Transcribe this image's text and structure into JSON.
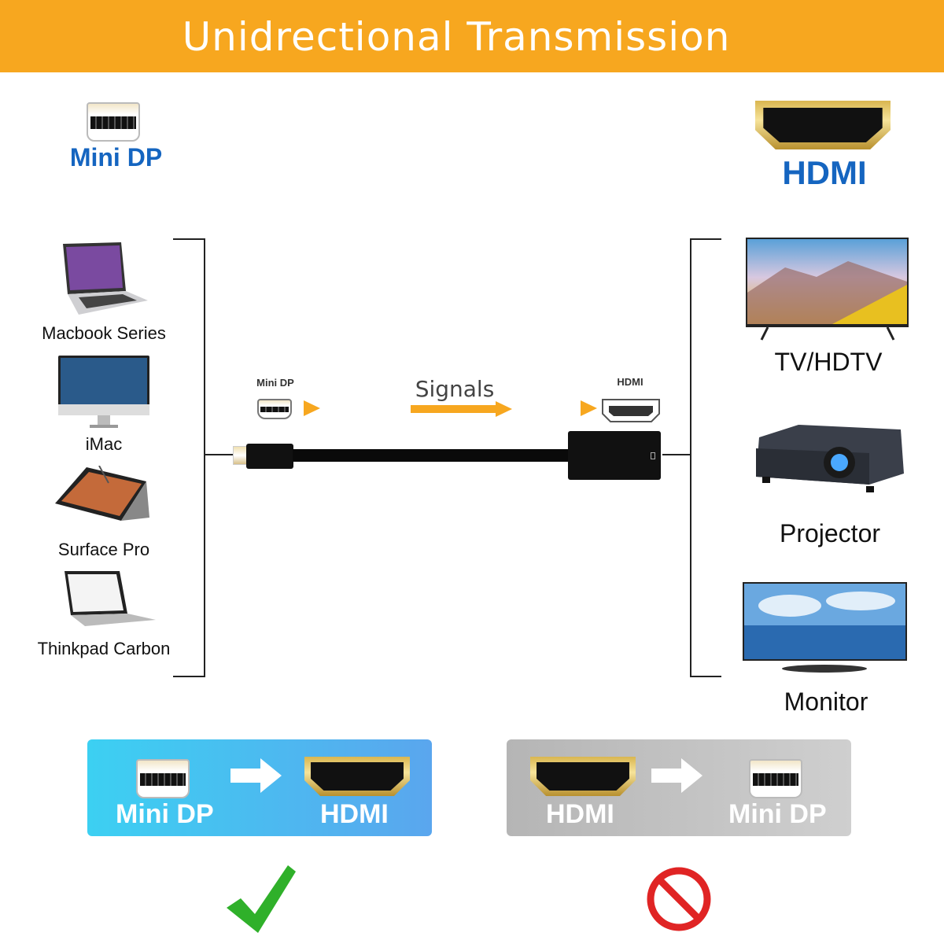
{
  "header": {
    "title": "Unidrectional Transmission"
  },
  "top": {
    "left_label": "Mini DP",
    "right_label": "HDMI"
  },
  "sources": [
    {
      "label": "Macbook Series"
    },
    {
      "label": "iMac"
    },
    {
      "label": "Surface Pro"
    },
    {
      "label": "Thinkpad Carbon"
    }
  ],
  "displays": [
    {
      "label": "TV/HDTV"
    },
    {
      "label": "Projector"
    },
    {
      "label": "Monitor"
    }
  ],
  "center": {
    "input_label": "Mini DP",
    "signal_label": "Signals",
    "output_label": "HDMI"
  },
  "bottom": {
    "supported": {
      "from": "Mini DP",
      "to": "HDMI",
      "status_icon": "check-icon"
    },
    "unsupported": {
      "from": "HDMI",
      "to": "Mini DP",
      "status_icon": "prohibited-icon"
    }
  },
  "colors": {
    "header": "#f7a71f",
    "accent_blue": "#1565c0",
    "arrow": "#f7a71f",
    "check": "#2fb02a",
    "prohibited": "#e02424"
  }
}
